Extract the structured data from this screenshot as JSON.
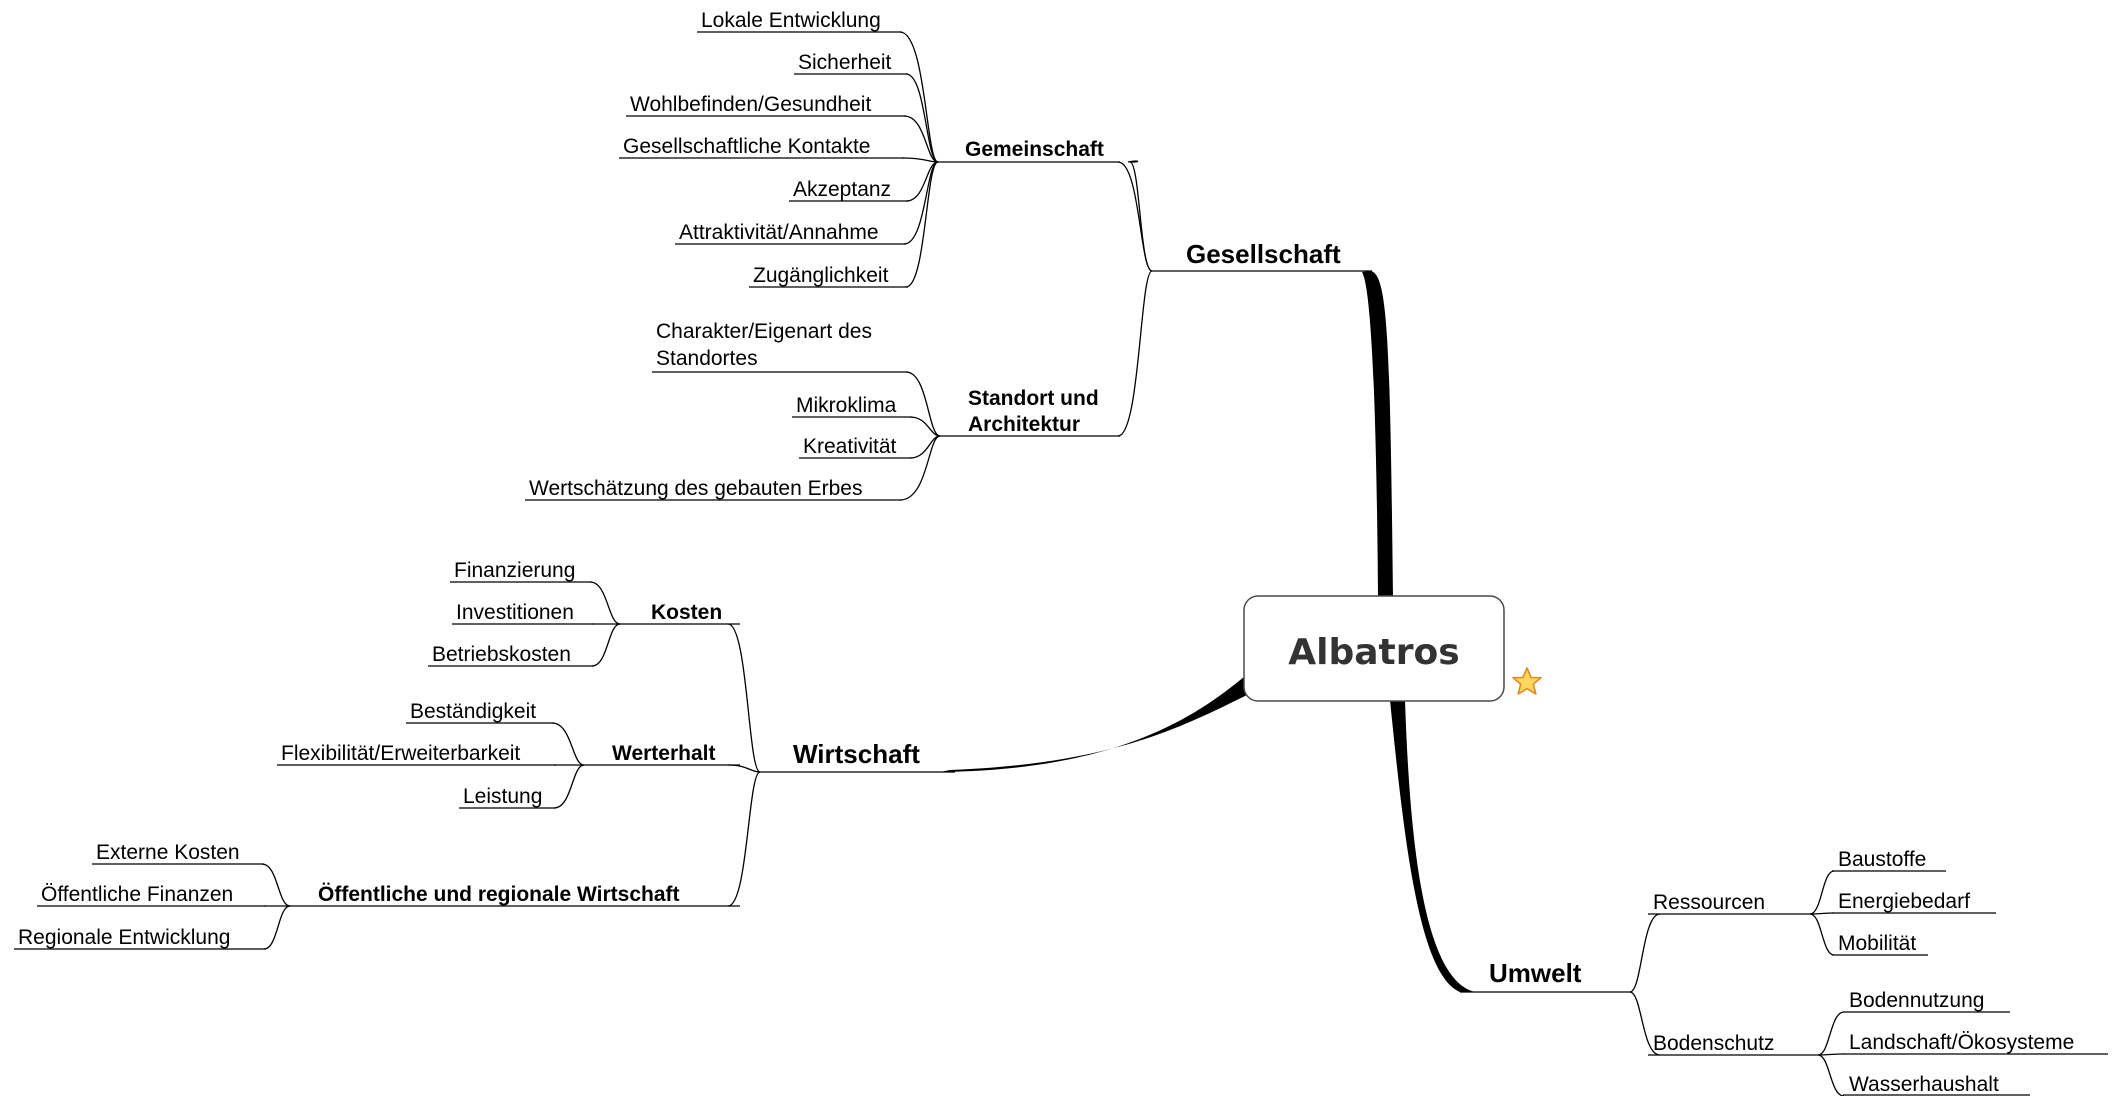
{
  "root": {
    "label": "Albatros"
  },
  "branches": {
    "gesellschaft": {
      "label": "Gesellschaft",
      "gemeinschaft": {
        "label": "Gemeinschaft",
        "items": [
          "Lokale Entwicklung",
          "Sicherheit",
          "Wohlbefinden/Gesundheit",
          "Gesellschaftliche Kontakte",
          "Akzeptanz",
          "Attraktivität/Annahme",
          "Zugänglichkeit"
        ]
      },
      "standort": {
        "label_line1": "Standort und",
        "label_line2": "Architektur",
        "items": [
          {
            "line1": "Charakter/Eigenart des",
            "line2": "Standortes"
          },
          {
            "line1": "Mikroklima"
          },
          {
            "line1": "Kreativität"
          },
          {
            "line1": "Wertschätzung des gebauten Erbes"
          }
        ]
      }
    },
    "wirtschaft": {
      "label": "Wirtschaft",
      "kosten": {
        "label": "Kosten",
        "items": [
          "Finanzierung",
          "Investitionen",
          "Betriebskosten"
        ]
      },
      "werterhalt": {
        "label": "Werterhalt",
        "items": [
          "Beständigkeit",
          "Flexibilität/Erweiterbarkeit",
          "Leistung"
        ]
      },
      "oeffentlich": {
        "label": "Öffentliche und regionale Wirtschaft",
        "items": [
          "Externe Kosten",
          "Öffentliche Finanzen",
          "Regionale Entwicklung"
        ]
      }
    },
    "umwelt": {
      "label": "Umwelt",
      "ressourcen": {
        "label": "Ressourcen",
        "items": [
          "Baustoffe",
          "Energiebedarf",
          "Mobilität"
        ]
      },
      "bodenschutz": {
        "label": "Bodenschutz",
        "items": [
          "Bodennutzung",
          "Landschaft/Ökosysteme",
          "Wasserhaushalt"
        ]
      }
    }
  },
  "decoration": {
    "star_icon": "star-icon",
    "star_color": "#f5b82e"
  }
}
